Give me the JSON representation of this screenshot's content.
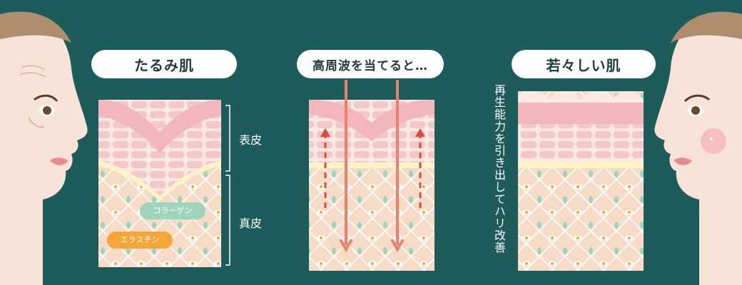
{
  "titles": {
    "left": "たるみ肌",
    "middle": "高周波を当てると…",
    "right": "若々しい肌"
  },
  "labels": {
    "epidermis": "表皮",
    "dermis": "真皮",
    "collagen": "コラーゲン",
    "elastin": "エラスチン",
    "result": "再生能力を引き出してハリ改善"
  },
  "colors": {
    "background": "#1e5b5b",
    "skin_face": "#f7e3d8",
    "epidermis_pink": "#f2b7bd",
    "dermis_beige": "#f6dcc6",
    "arrow_orange": "#e8846b",
    "arrow_red": "#e04a3c",
    "collagen_green": "#9fd4be",
    "elastin_orange": "#f3a63a"
  }
}
